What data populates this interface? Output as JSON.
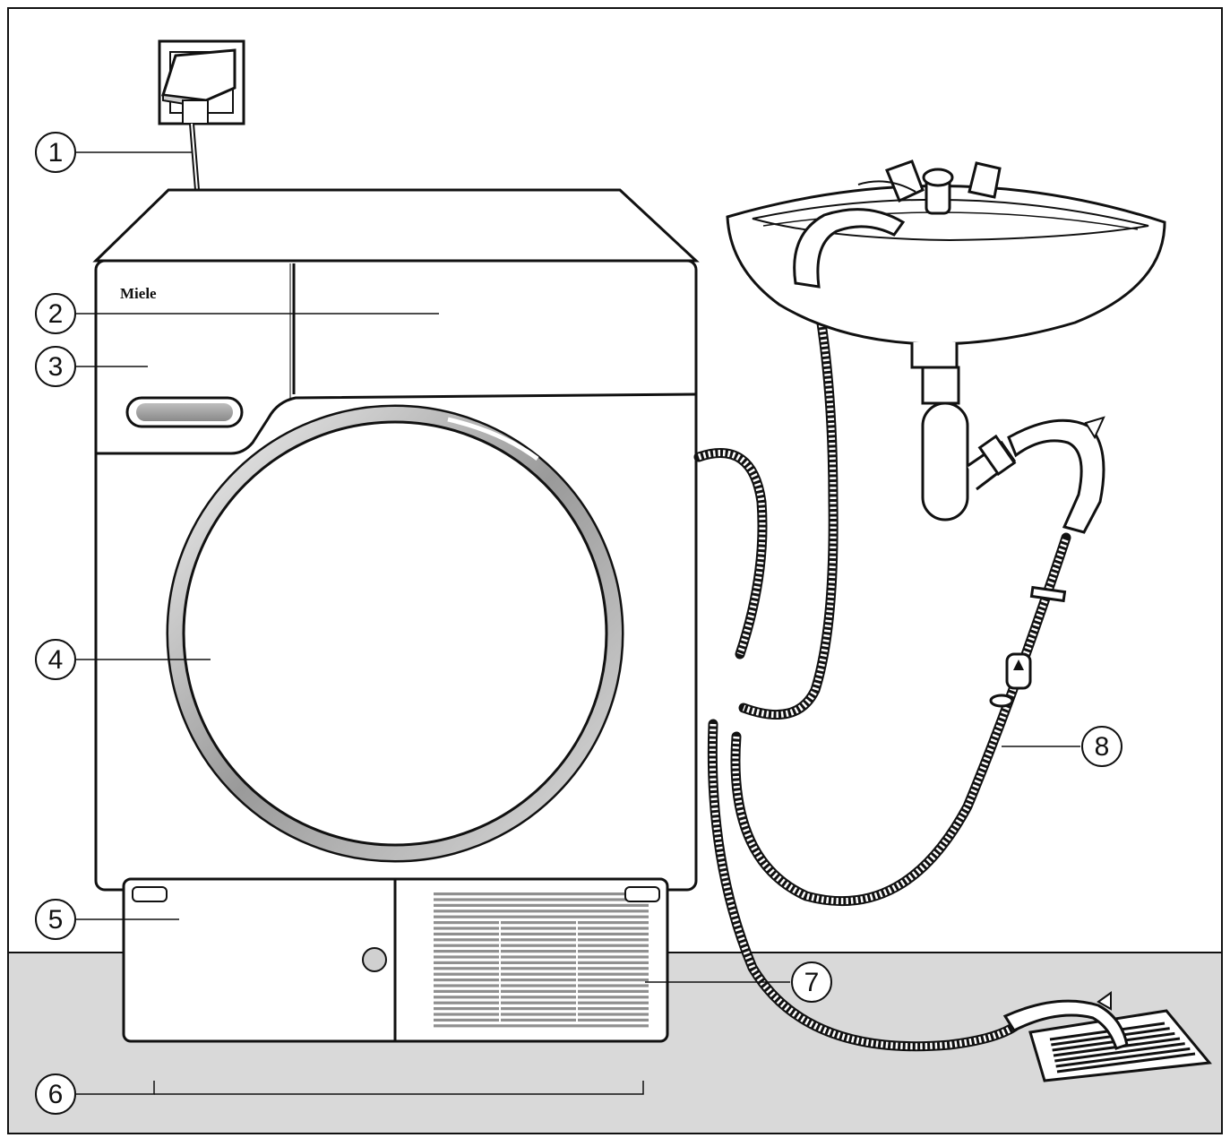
{
  "brand": "Miele",
  "callouts": [
    {
      "id": "power-plug",
      "number": "1"
    },
    {
      "id": "control-panel",
      "number": "2"
    },
    {
      "id": "fluff-filter-panel",
      "number": "3"
    },
    {
      "id": "door",
      "number": "4"
    },
    {
      "id": "heat-exchanger-flap",
      "number": "5"
    },
    {
      "id": "adjustable-feet",
      "number": "6"
    },
    {
      "id": "air-intake-grille",
      "number": "7"
    },
    {
      "id": "drain-hose",
      "number": "8"
    }
  ],
  "colors": {
    "ink": "#111111",
    "floor": "#d9d9d9",
    "wall": "#ffffff",
    "grey": "#9a9a9a"
  }
}
